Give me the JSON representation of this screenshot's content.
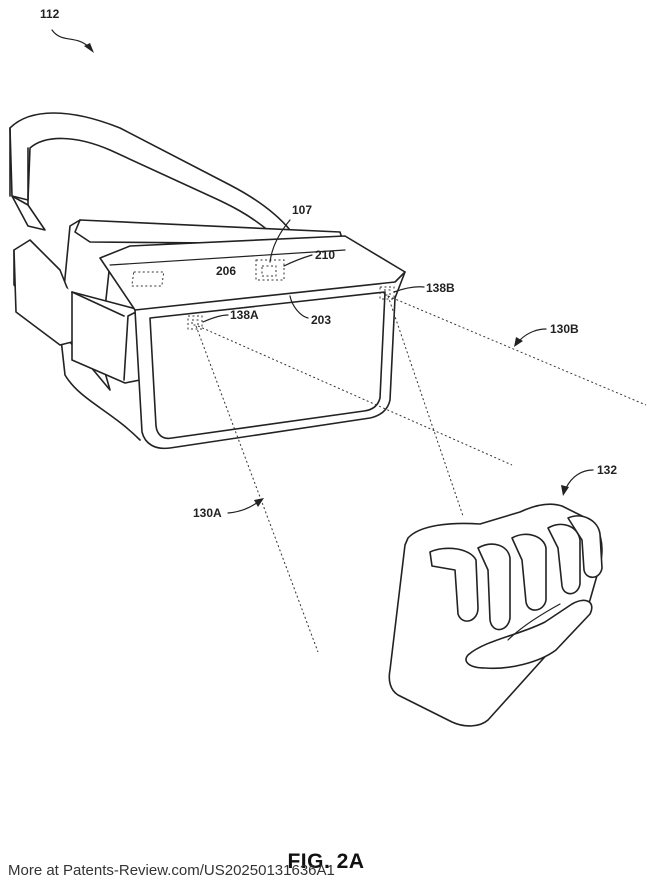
{
  "figure": {
    "title": "FIG. 2A",
    "labels": {
      "device": "112",
      "component_107": "107",
      "component_206": "206",
      "component_210": "210",
      "component_203": "203",
      "sensor_138a": "138A",
      "sensor_138b": "138B",
      "field_130a": "130A",
      "field_130b": "130B",
      "hand": "132"
    }
  },
  "footer": {
    "text": "More at Patents-Review.com/US20250131636A1"
  }
}
